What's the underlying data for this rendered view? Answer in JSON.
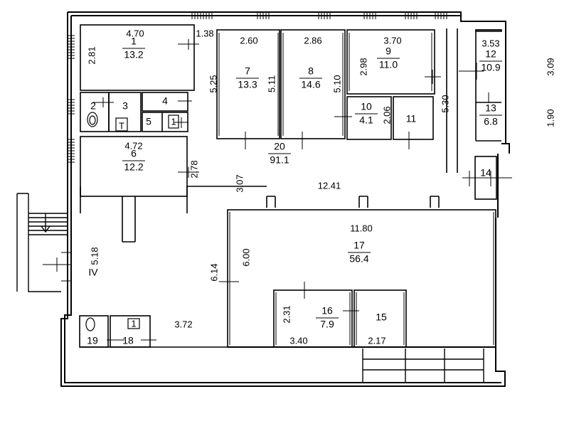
{
  "rooms": [
    {
      "id": "r1",
      "number": "1",
      "area": "13.2"
    },
    {
      "id": "r2",
      "number": "2",
      "area": ""
    },
    {
      "id": "r3",
      "number": "3",
      "area": ""
    },
    {
      "id": "r4",
      "number": "4",
      "area": ""
    },
    {
      "id": "r5",
      "number": "5",
      "area": ""
    },
    {
      "id": "r6",
      "number": "6",
      "area": "12.2"
    },
    {
      "id": "r7",
      "number": "7",
      "area": "13.3"
    },
    {
      "id": "r8",
      "number": "8",
      "area": "14.6"
    },
    {
      "id": "r9",
      "number": "9",
      "area": "11.0"
    },
    {
      "id": "r10",
      "number": "10",
      "area": "4.1"
    },
    {
      "id": "r11",
      "number": "11",
      "area": ""
    },
    {
      "id": "r12",
      "number": "12",
      "area": "10.9"
    },
    {
      "id": "r13",
      "number": "13",
      "area": "6.8"
    },
    {
      "id": "r14",
      "number": "14",
      "area": ""
    },
    {
      "id": "r15",
      "number": "15",
      "area": ""
    },
    {
      "id": "r16",
      "number": "16",
      "area": "7.9"
    },
    {
      "id": "r17",
      "number": "17",
      "area": "56.4"
    },
    {
      "id": "r18",
      "number": "18",
      "area": ""
    },
    {
      "id": "r19",
      "number": "19",
      "area": ""
    },
    {
      "id": "r20",
      "number": "20",
      "area": "91.1"
    }
  ],
  "dimensions": [
    "4.70",
    "2.81",
    "1.38",
    "2.60",
    "5.25",
    "5.11",
    "2.86",
    "5.10",
    "3.70",
    "2.98",
    "5.30",
    "2.06",
    "3.53",
    "3.09",
    "1.90",
    "4.72",
    "2.78",
    "3.07",
    "12.41",
    "11.80",
    "6.00",
    "6.14",
    "5.18",
    "2.31",
    "3.40",
    "2.17",
    "3.72"
  ],
  "stair_label": "IV",
  "fixture_labels": {
    "toilet_5": "1",
    "toilet_18": "1",
    "sink_3": "T"
  },
  "colors": {
    "line": "#000000",
    "background": "#ffffff"
  }
}
